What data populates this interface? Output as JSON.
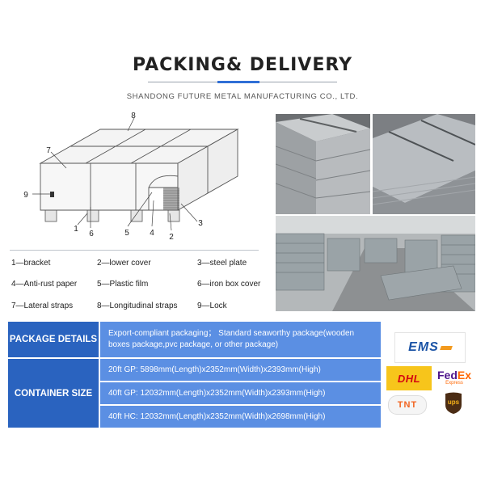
{
  "header": {
    "title": "PACKING& DELIVERY",
    "subtitle": "SHANDONG FUTURE METAL MANUFACTURING CO., LTD."
  },
  "diagram": {
    "callouts": [
      "8",
      "7",
      "9",
      "1",
      "6",
      "5",
      "4",
      "2",
      "3"
    ]
  },
  "legend": [
    "1—bracket",
    "2—lower cover",
    "3—steel plate",
    "4—Anti-rust paper",
    "5—Plastic film",
    "6—iron box cover",
    "7—Lateral straps",
    "8—Longitudinal straps",
    "9—Lock"
  ],
  "details": {
    "package_label": "PACKAGE DETAILS",
    "package_text": "Export-compliant packaging； Standard seaworthy package(wooden boxes package,pvc package, or other package)",
    "container_label": "CONTAINER SIZE",
    "containers": [
      "20ft GP: 5898mm(Length)x2352mm(Width)x2393mm(High)",
      "40ft GP: 12032mm(Length)x2352mm(Width)x2393mm(High)",
      "40ft HC: 12032mm(Length)x2352mm(Width)x2698mm(High)"
    ]
  },
  "couriers": {
    "ems": "EMS",
    "dhl": "DHL",
    "fedex_fed": "Fed",
    "fedex_ex": "Ex",
    "fedex_sub": "Express",
    "tnt": "TNT",
    "ups": "ups"
  },
  "colors": {
    "header_cell": "#2a63bf",
    "body_cell": "#5b8fe3",
    "accent": "#2f6fd6"
  }
}
